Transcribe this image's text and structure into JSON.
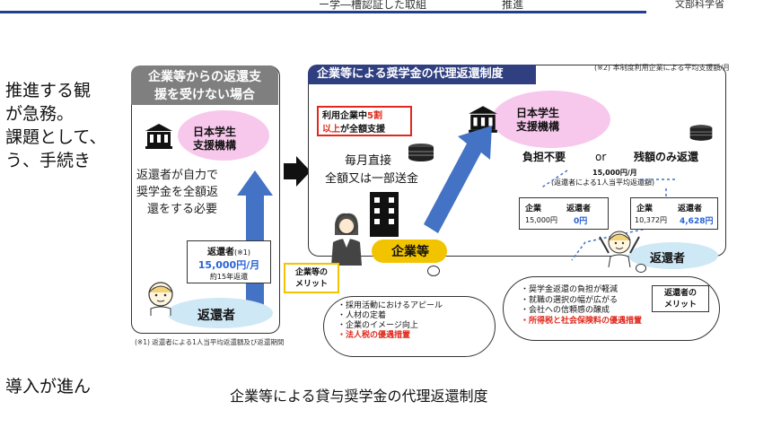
{
  "header": {
    "title_fragment": "ー学―槽認証した取組　　　　　　　推進",
    "org": "文部科学省"
  },
  "body_text": [
    "推進する観",
    "が急務。",
    "課題として、",
    "う、手続き",
    "導入が進ん"
  ],
  "left_panel": {
    "title_line1": "企業等からの返還支",
    "title_line2": "援を受けない場合",
    "org_name_line1": "日本学生",
    "org_name_line2": "支援機構",
    "desc_line1": "返還者が自力で",
    "desc_line2": "奨学金を全額返",
    "desc_line3": "還をする必要",
    "repayer_box_title": "返還者",
    "repayer_box_note": "(※1)",
    "repayer_box_amount": "15,000円/月",
    "repayer_box_years": "約15年返還",
    "repayer_label": "返還者"
  },
  "right_panel": {
    "title": "企業等による奨学金の代理返還制度",
    "note2": "(※2) 本制度利用企業による平均支援額/月",
    "support_line1_prefix": "利用企業中",
    "support_line1_red": "5割",
    "support_line2_red": "以上",
    "support_line2_suffix": "が全額支援",
    "org_name_line1": "日本学生",
    "org_name_line2": "支援機構",
    "monthly_line1": "毎月直接",
    "monthly_line2": "全額又は一部送金",
    "no_need": "負担不要",
    "or": "or",
    "remaining_only": "残額のみ返還",
    "avg_amount": "15,000円/月",
    "avg_note": "(返還者による1人当平均返還額)",
    "box1": {
      "col1_head": "企業",
      "col2_head": "返還者",
      "col1_val": "15,000円",
      "col2_val": "0円"
    },
    "box2": {
      "col1_head": "企業",
      "col2_head": "返還者",
      "col1_val": "10,372円",
      "col2_val": "4,628円"
    },
    "company_label": "企業等",
    "repayer_label": "返還者"
  },
  "merits": {
    "company_label_line1": "企業等の",
    "company_label_line2": "メリット",
    "company_items": [
      "・採用活動におけるアピール",
      "・人材の定着",
      "・企業のイメージ向上"
    ],
    "company_item_red": "・法人税の優遇措置",
    "repayer_label_line1": "返還者の",
    "repayer_label_line2": "メリット",
    "repayer_items": [
      "・奨学金返還の負担が軽減",
      "・就職の選択の幅が広がる",
      "・会社への信頼感の醸成"
    ],
    "repayer_item_red": "・所得税と社会保険料の優遇措置"
  },
  "footnote1": "(※1) 返還者による1人当平均返還額及び返還期間",
  "caption": "企業等による貸与奨学金の代理返還制度",
  "colors": {
    "navy": "#2f3f7f",
    "gray": "#7f7f7f",
    "red": "#e0281c",
    "blue": "#2a62d8",
    "pink": "#f7c8ec",
    "lightblue": "#cfe8f6",
    "arrow": "#4472c4"
  },
  "icons": [
    "building-icon",
    "coin-stack-icon",
    "office-tower-icon",
    "businesswoman-icon",
    "student-icon",
    "arrow-up-icon",
    "arrow-right-icon"
  ]
}
